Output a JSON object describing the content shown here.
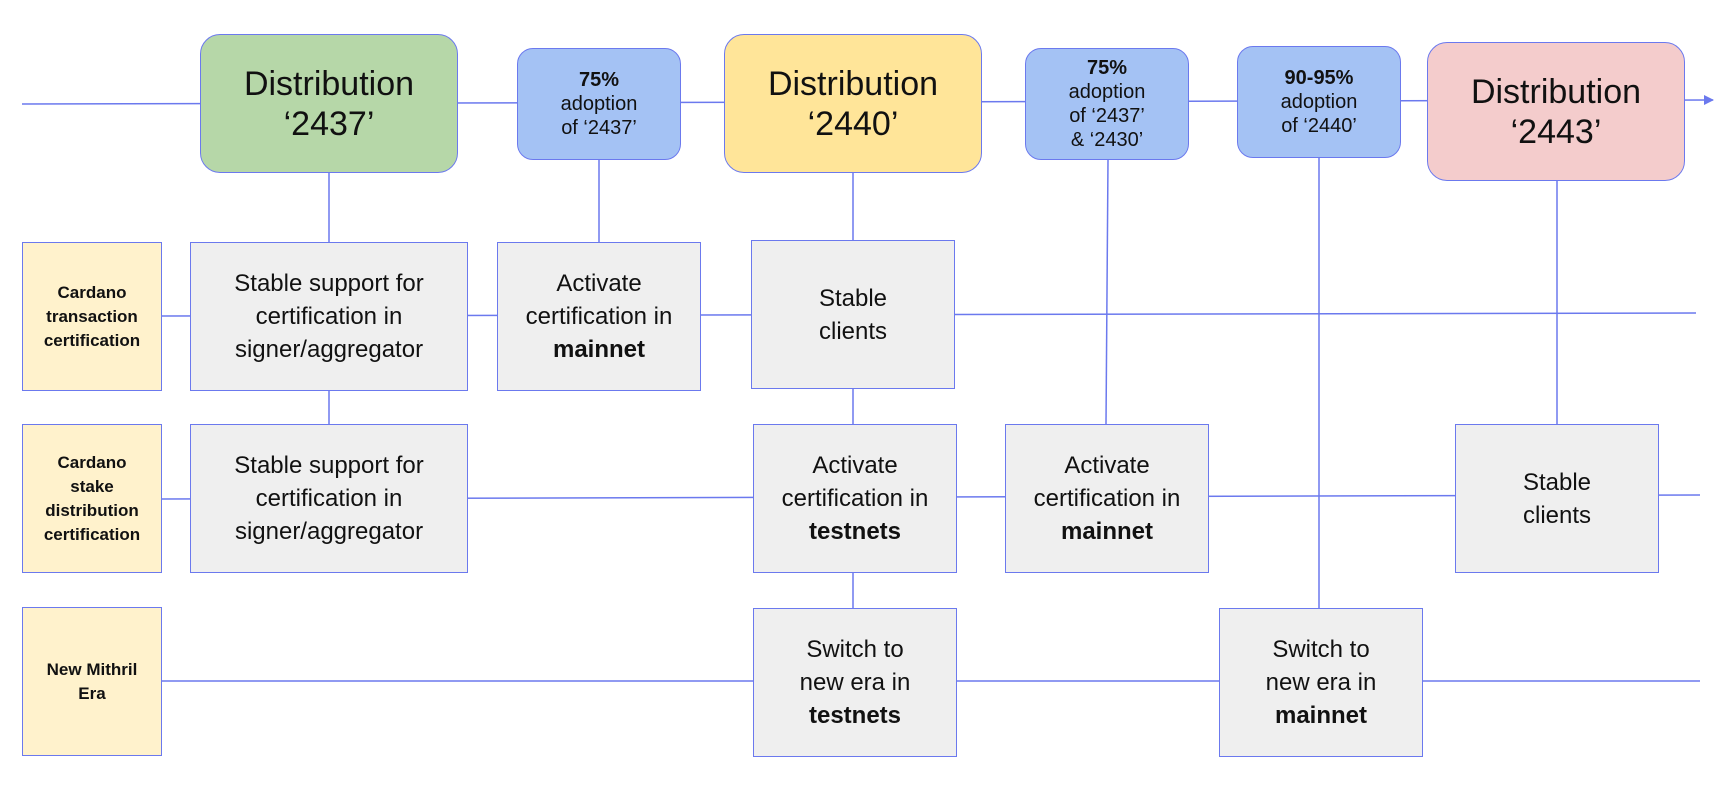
{
  "colors": {
    "line": "#6b79ee",
    "green": "#b6d7a8",
    "yellow": "#ffe599",
    "pink": "#f4cccc",
    "adoption": "#a4c2f4",
    "task": "#efefef",
    "row_label": "#fff2cc"
  },
  "distributions": [
    {
      "line1": "Distribution",
      "line2": "‘2437’"
    },
    {
      "line1": "Distribution",
      "line2": "‘2440’"
    },
    {
      "line1": "Distribution",
      "line2": "‘2443’"
    }
  ],
  "adoptions": [
    {
      "pct": "75%",
      "lines": [
        "adoption",
        "of ‘2437’"
      ]
    },
    {
      "pct": "75%",
      "lines": [
        "adoption",
        "of ‘2437’",
        "& ‘2430’"
      ]
    },
    {
      "pct": "90-95%",
      "lines": [
        "adoption",
        "of ‘2440’"
      ]
    }
  ],
  "rows": [
    {
      "lines": [
        "Cardano",
        "transaction",
        "certification"
      ]
    },
    {
      "lines": [
        "Cardano",
        "stake",
        "distribution",
        "certification"
      ]
    },
    {
      "lines": [
        "New Mithril",
        "Era"
      ]
    }
  ],
  "tasks": {
    "t1": {
      "lines": [
        "Stable support for",
        "certification in",
        "signer/aggregator"
      ]
    },
    "t2": {
      "lines": [
        "Activate",
        "certification in"
      ],
      "bold": "mainnet"
    },
    "t3": {
      "lines": [
        "Stable",
        "clients"
      ]
    },
    "t4": {
      "lines": [
        "Stable support for",
        "certification in",
        "signer/aggregator"
      ]
    },
    "t5": {
      "lines": [
        "Activate",
        "certification in"
      ],
      "bold": "testnets"
    },
    "t6": {
      "lines": [
        "Activate",
        "certification in"
      ],
      "bold": "mainnet"
    },
    "t7": {
      "lines": [
        "Stable",
        "clients"
      ]
    },
    "t8": {
      "lines": [
        "Switch to",
        "new era in"
      ],
      "bold": "testnets"
    },
    "t9": {
      "lines": [
        "Switch to",
        "new era in"
      ],
      "bold": "mainnet"
    }
  }
}
